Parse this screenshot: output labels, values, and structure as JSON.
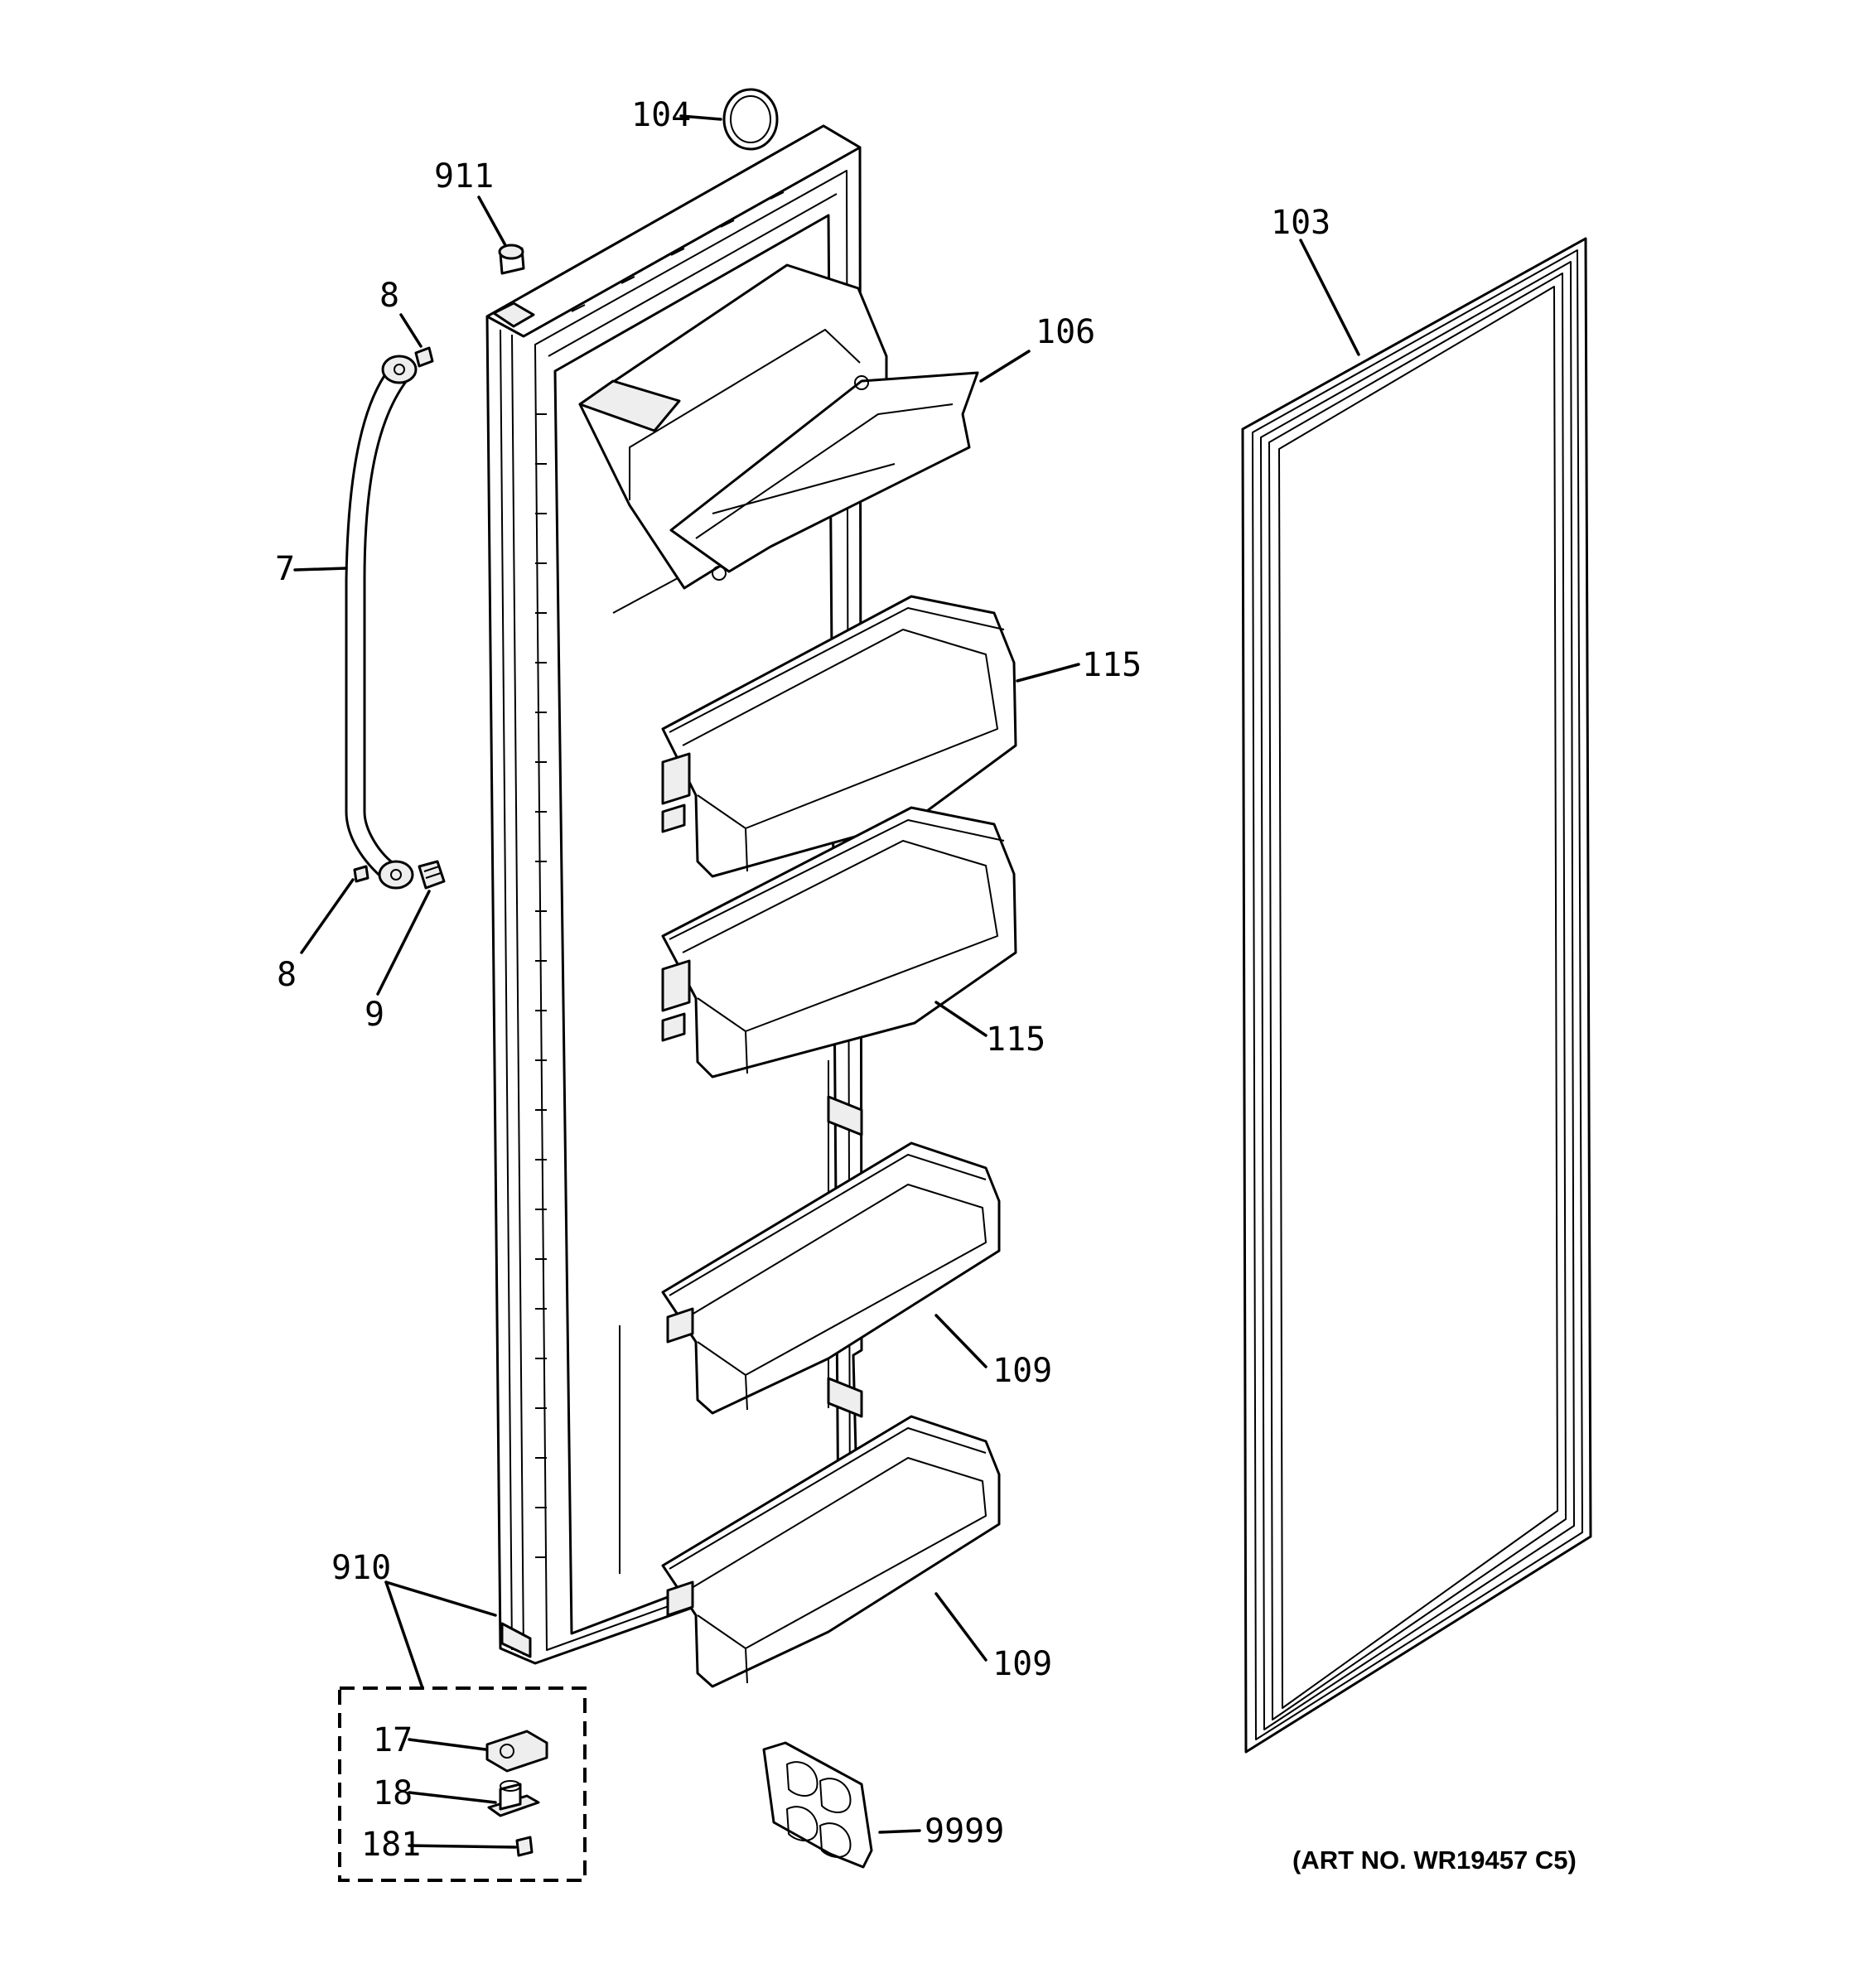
{
  "diagram": {
    "art_number": "(ART NO. WR19457 C5)",
    "callouts": {
      "p104": "104",
      "p911": "911",
      "p8_top": "8",
      "p7": "7",
      "p8_bottom": "8",
      "p9": "9",
      "p106": "106",
      "p103": "103",
      "p115_upper": "115",
      "p115_lower": "115",
      "p109_upper": "109",
      "p109_lower": "109",
      "p910": "910",
      "p17": "17",
      "p18": "18",
      "p181": "181",
      "p9999": "9999"
    }
  }
}
